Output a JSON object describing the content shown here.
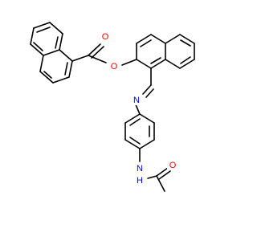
{
  "molecule": {
    "atom_labels": {
      "ester_oxygen": "O",
      "carbonyl_oxygen_ester": "O",
      "imine_nitrogen": "N",
      "amide_nitrogen": "N",
      "amide_hydrogen": "H",
      "carbonyl_oxygen_amide": "O"
    }
  },
  "colors": {
    "oxygen": "#ff0000",
    "nitrogen": "#0000ff",
    "bond": "#000000",
    "background": "#ffffff"
  }
}
